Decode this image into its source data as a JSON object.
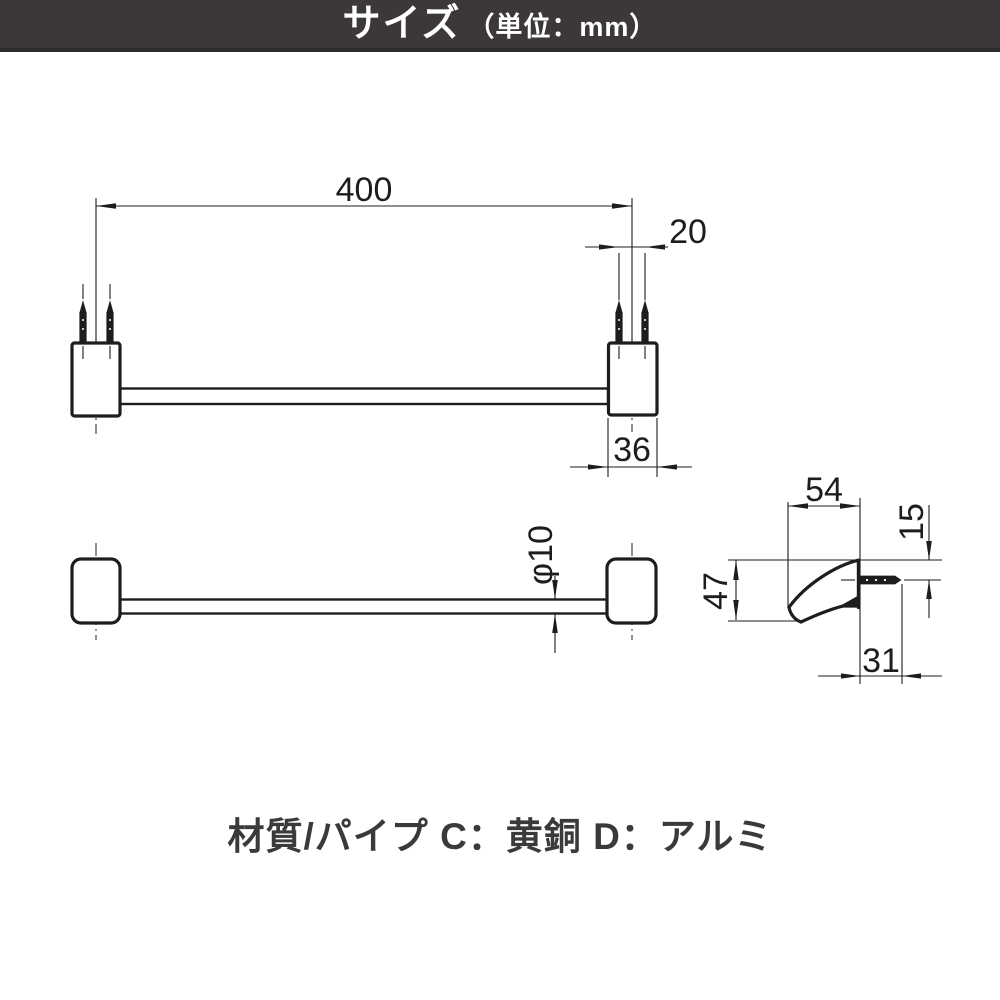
{
  "header": {
    "title": "サイズ",
    "unit_label": "（単位：mm）"
  },
  "drawing": {
    "dimensions": {
      "bar_length": "400",
      "pin_pitch": "20",
      "bracket_width": "36",
      "pipe_diameter": "φ10",
      "bracket_depth": "54",
      "screw_offset": "15",
      "bracket_height": "47",
      "screw_protrusion": "31"
    }
  },
  "footer": {
    "material_note": "材質/パイプ C：黄銅 D：アルミ"
  },
  "colors": {
    "header_bg": "#3b3837",
    "line_color": "#1d1d1d",
    "text_color": "#3a3a3a",
    "background": "#ffffff"
  }
}
